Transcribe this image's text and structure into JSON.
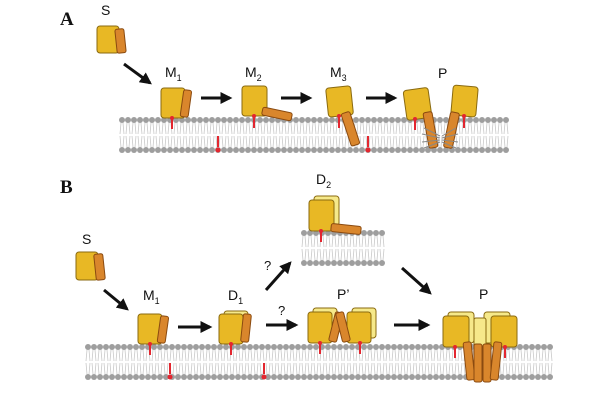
{
  "panels": {
    "a": {
      "label": "A",
      "states": {
        "s": {
          "main": "S",
          "sub": ""
        },
        "m1": {
          "main": "M",
          "sub": "1"
        },
        "m2": {
          "main": "M",
          "sub": "2"
        },
        "m3": {
          "main": "M",
          "sub": "3"
        },
        "p": {
          "main": "P",
          "sub": ""
        }
      }
    },
    "b": {
      "label": "B",
      "states": {
        "s": {
          "main": "S",
          "sub": ""
        },
        "m1": {
          "main": "M",
          "sub": "1"
        },
        "d1": {
          "main": "D",
          "sub": "1"
        },
        "d2": {
          "main": "D",
          "sub": "2"
        },
        "p_prime": {
          "main": "P’",
          "sub": ""
        },
        "p": {
          "main": "P",
          "sub": ""
        }
      },
      "question_marks": [
        "?",
        "?"
      ]
    }
  },
  "colors": {
    "protein_yellow": "#e8b825",
    "protein_light": "#f6e98a",
    "helix_orange": "#d9862c",
    "lipid_head": "#9e9e9e",
    "lipid_tail": "#c8c8c8",
    "anchor_red": "#e3262f",
    "arrow": "#111111"
  }
}
